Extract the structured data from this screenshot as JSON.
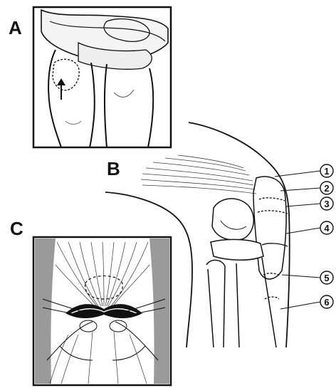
{
  "panels": {
    "a": {
      "label": "A"
    },
    "b": {
      "label": "B"
    },
    "c": {
      "label": "C"
    }
  },
  "callouts": [
    "1",
    "2",
    "3",
    "4",
    "5",
    "6"
  ],
  "colors": {
    "ink": "#111111",
    "paper": "#ffffff",
    "shade": "#9a9a9a"
  }
}
